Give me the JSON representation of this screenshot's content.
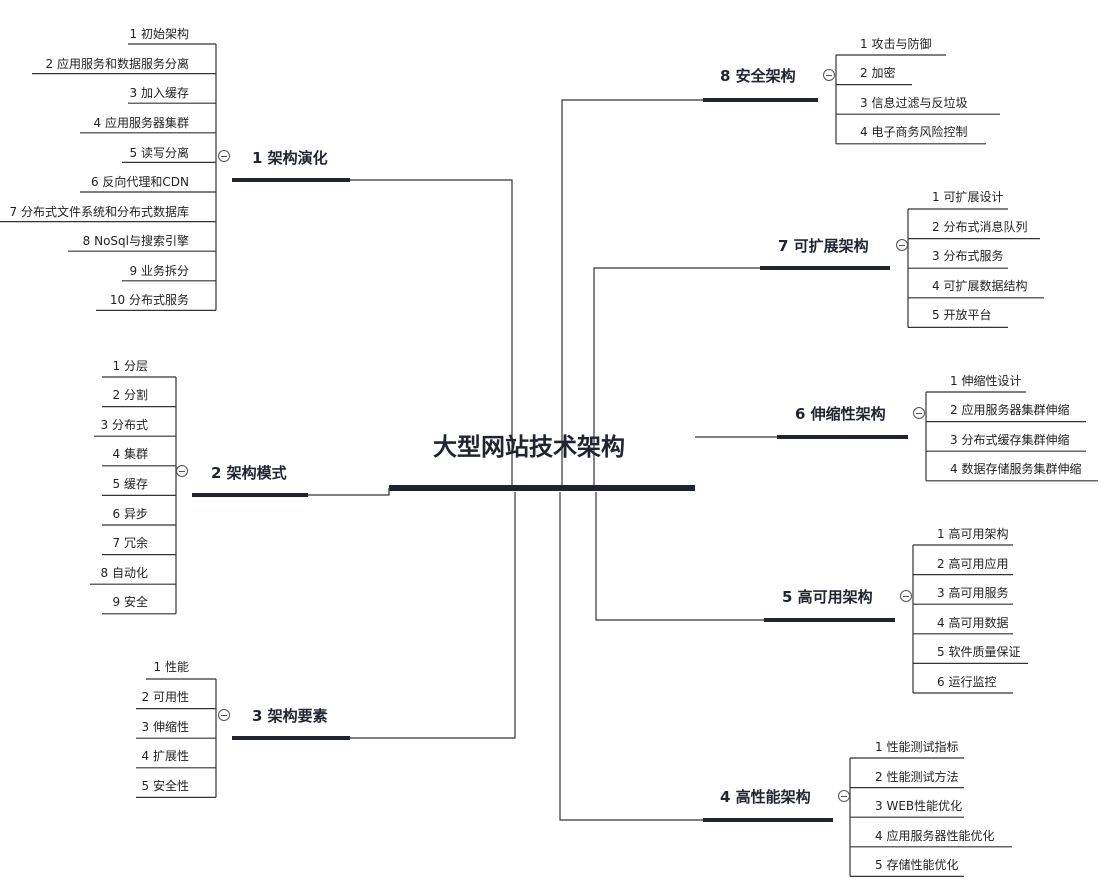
{
  "root": {
    "label": "大型网站技术架构"
  },
  "branches": [
    {
      "label": "1 架构演化",
      "items": [
        "1 初始架构",
        "2 应用服务和数据服务分离",
        "3 加入缓存",
        "4 应用服务器集群",
        "5 读写分离",
        "6 反向代理和CDN",
        "7 分布式文件系统和分布式数据库",
        "8 NoSql与搜索引擎",
        "9 业务拆分",
        "10 分布式服务"
      ]
    },
    {
      "label": "2 架构模式",
      "items": [
        "1 分层",
        "2 分割",
        "3 分布式",
        "4 集群",
        "5 缓存",
        "6 异步",
        "7 冗余",
        "8 自动化",
        "9 安全"
      ]
    },
    {
      "label": "3 架构要素",
      "items": [
        "1 性能",
        "2 可用性",
        "3 伸缩性",
        "4 扩展性",
        "5 安全性"
      ]
    },
    {
      "label": "8 安全架构",
      "items": [
        "1 攻击与防御",
        "2 加密",
        "3 信息过滤与反垃圾",
        "4 电子商务风险控制"
      ]
    },
    {
      "label": "7 可扩展架构",
      "items": [
        "1 可扩展设计",
        "2 分布式消息队列",
        "3 分布式服务",
        "4 可扩展数据结构",
        "5 开放平台"
      ]
    },
    {
      "label": "6 伸缩性架构",
      "items": [
        "1 伸缩性设计",
        "2 应用服务器集群伸缩",
        "3 分布式缓存集群伸缩",
        "4 数据存储服务集群伸缩"
      ]
    },
    {
      "label": "5 高可用架构",
      "items": [
        "1 高可用架构",
        "2 高可用应用",
        "3 高可用服务",
        "4 高可用数据",
        "5 软件质量保证",
        "6 运行监控"
      ]
    },
    {
      "label": "4 高性能架构",
      "items": [
        "1 性能测试指标",
        "2 性能测试方法",
        "3 WEB性能优化",
        "4 应用服务器性能优化",
        "5 存储性能优化"
      ]
    }
  ],
  "colors": {
    "line": "#1f2430",
    "thin": "#333333",
    "text": "#222222"
  }
}
